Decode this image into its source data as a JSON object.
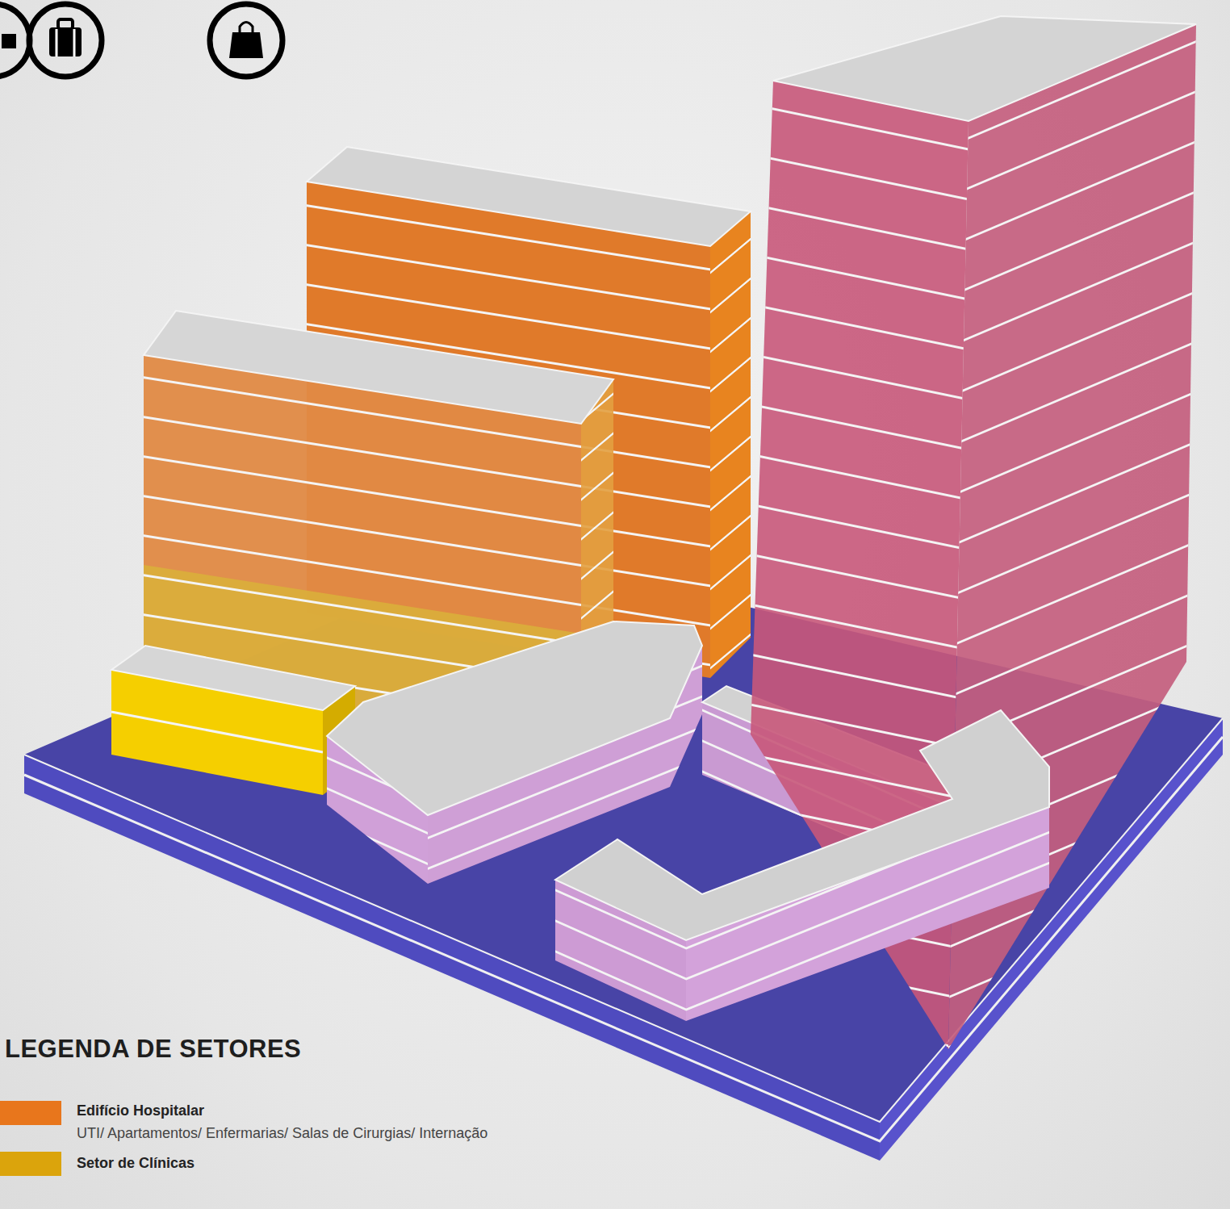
{
  "diagram": {
    "title": "LEGENDA DE SETORES",
    "labels": [
      "UTI/ Apartamentos/ Enfermarias/ Salas de Cirurgias/ Internação"
    ],
    "legend": [
      {
        "text": "Edifício Hospitalar",
        "color": "#e8761c"
      },
      {
        "text": "Setor de Clínicas",
        "color": "#dba40c"
      }
    ]
  }
}
